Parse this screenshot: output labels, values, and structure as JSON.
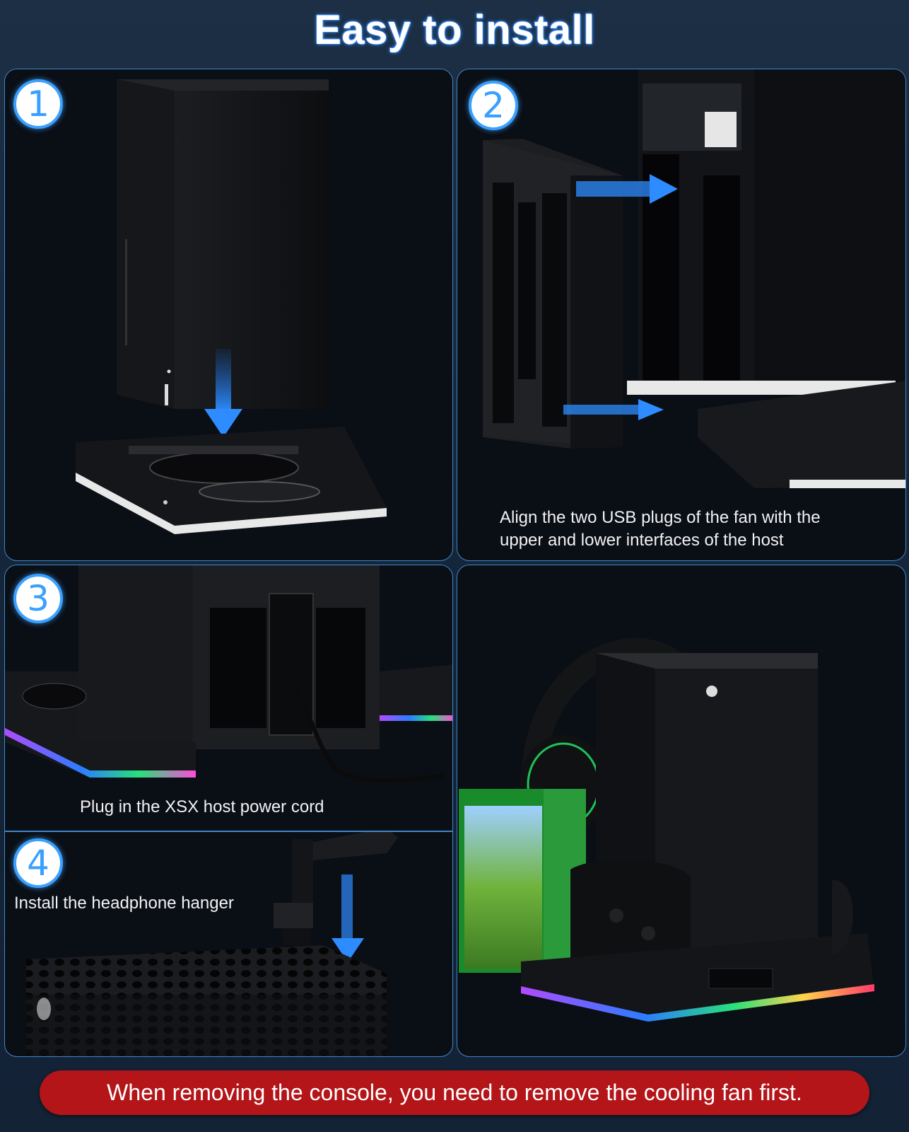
{
  "title": "Easy to install",
  "steps": [
    {
      "number": "1"
    },
    {
      "number": "2",
      "caption_line1": "Align the two USB plugs of the fan with the",
      "caption_line2": "upper and lower interfaces of the host"
    },
    {
      "number": "3",
      "caption": "Plug in the XSX host power cord"
    },
    {
      "number": "4",
      "caption": "Install the headphone hanger"
    }
  ],
  "warning": "When removing the console, you need to remove the cooling fan first.",
  "colors": {
    "accent_blue": "#3aa0ff",
    "panel_border": "#3f86c9",
    "warning_red": "#b31519",
    "background": "#15263a"
  }
}
